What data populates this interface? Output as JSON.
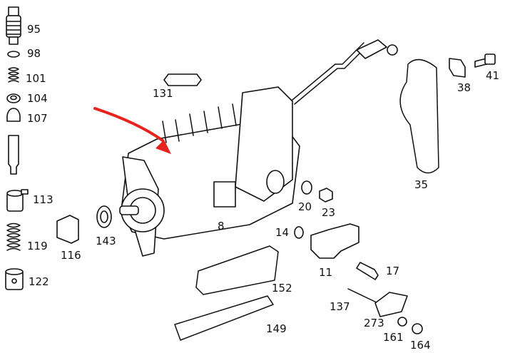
{
  "diagram": {
    "accent_color": "#e8231e",
    "parts": [
      {
        "id": "p95",
        "label": "95"
      },
      {
        "id": "p98",
        "label": "98"
      },
      {
        "id": "p101",
        "label": "101"
      },
      {
        "id": "p104",
        "label": "104"
      },
      {
        "id": "p107",
        "label": "107"
      },
      {
        "id": "p113",
        "label": "113"
      },
      {
        "id": "p119",
        "label": "119"
      },
      {
        "id": "p116",
        "label": "116"
      },
      {
        "id": "p122",
        "label": "122"
      },
      {
        "id": "p143",
        "label": "143"
      },
      {
        "id": "p131",
        "label": "131"
      },
      {
        "id": "p8",
        "label": "8"
      },
      {
        "id": "p35",
        "label": "35"
      },
      {
        "id": "p38",
        "label": "38"
      },
      {
        "id": "p41",
        "label": "41"
      },
      {
        "id": "p20",
        "label": "20"
      },
      {
        "id": "p23",
        "label": "23"
      },
      {
        "id": "p14",
        "label": "14"
      },
      {
        "id": "p11",
        "label": "11"
      },
      {
        "id": "p17",
        "label": "17"
      },
      {
        "id": "p152",
        "label": "152"
      },
      {
        "id": "p149",
        "label": "149"
      },
      {
        "id": "p137",
        "label": "137"
      },
      {
        "id": "p273",
        "label": "273"
      },
      {
        "id": "p161",
        "label": "161"
      },
      {
        "id": "p164",
        "label": "164"
      }
    ]
  }
}
